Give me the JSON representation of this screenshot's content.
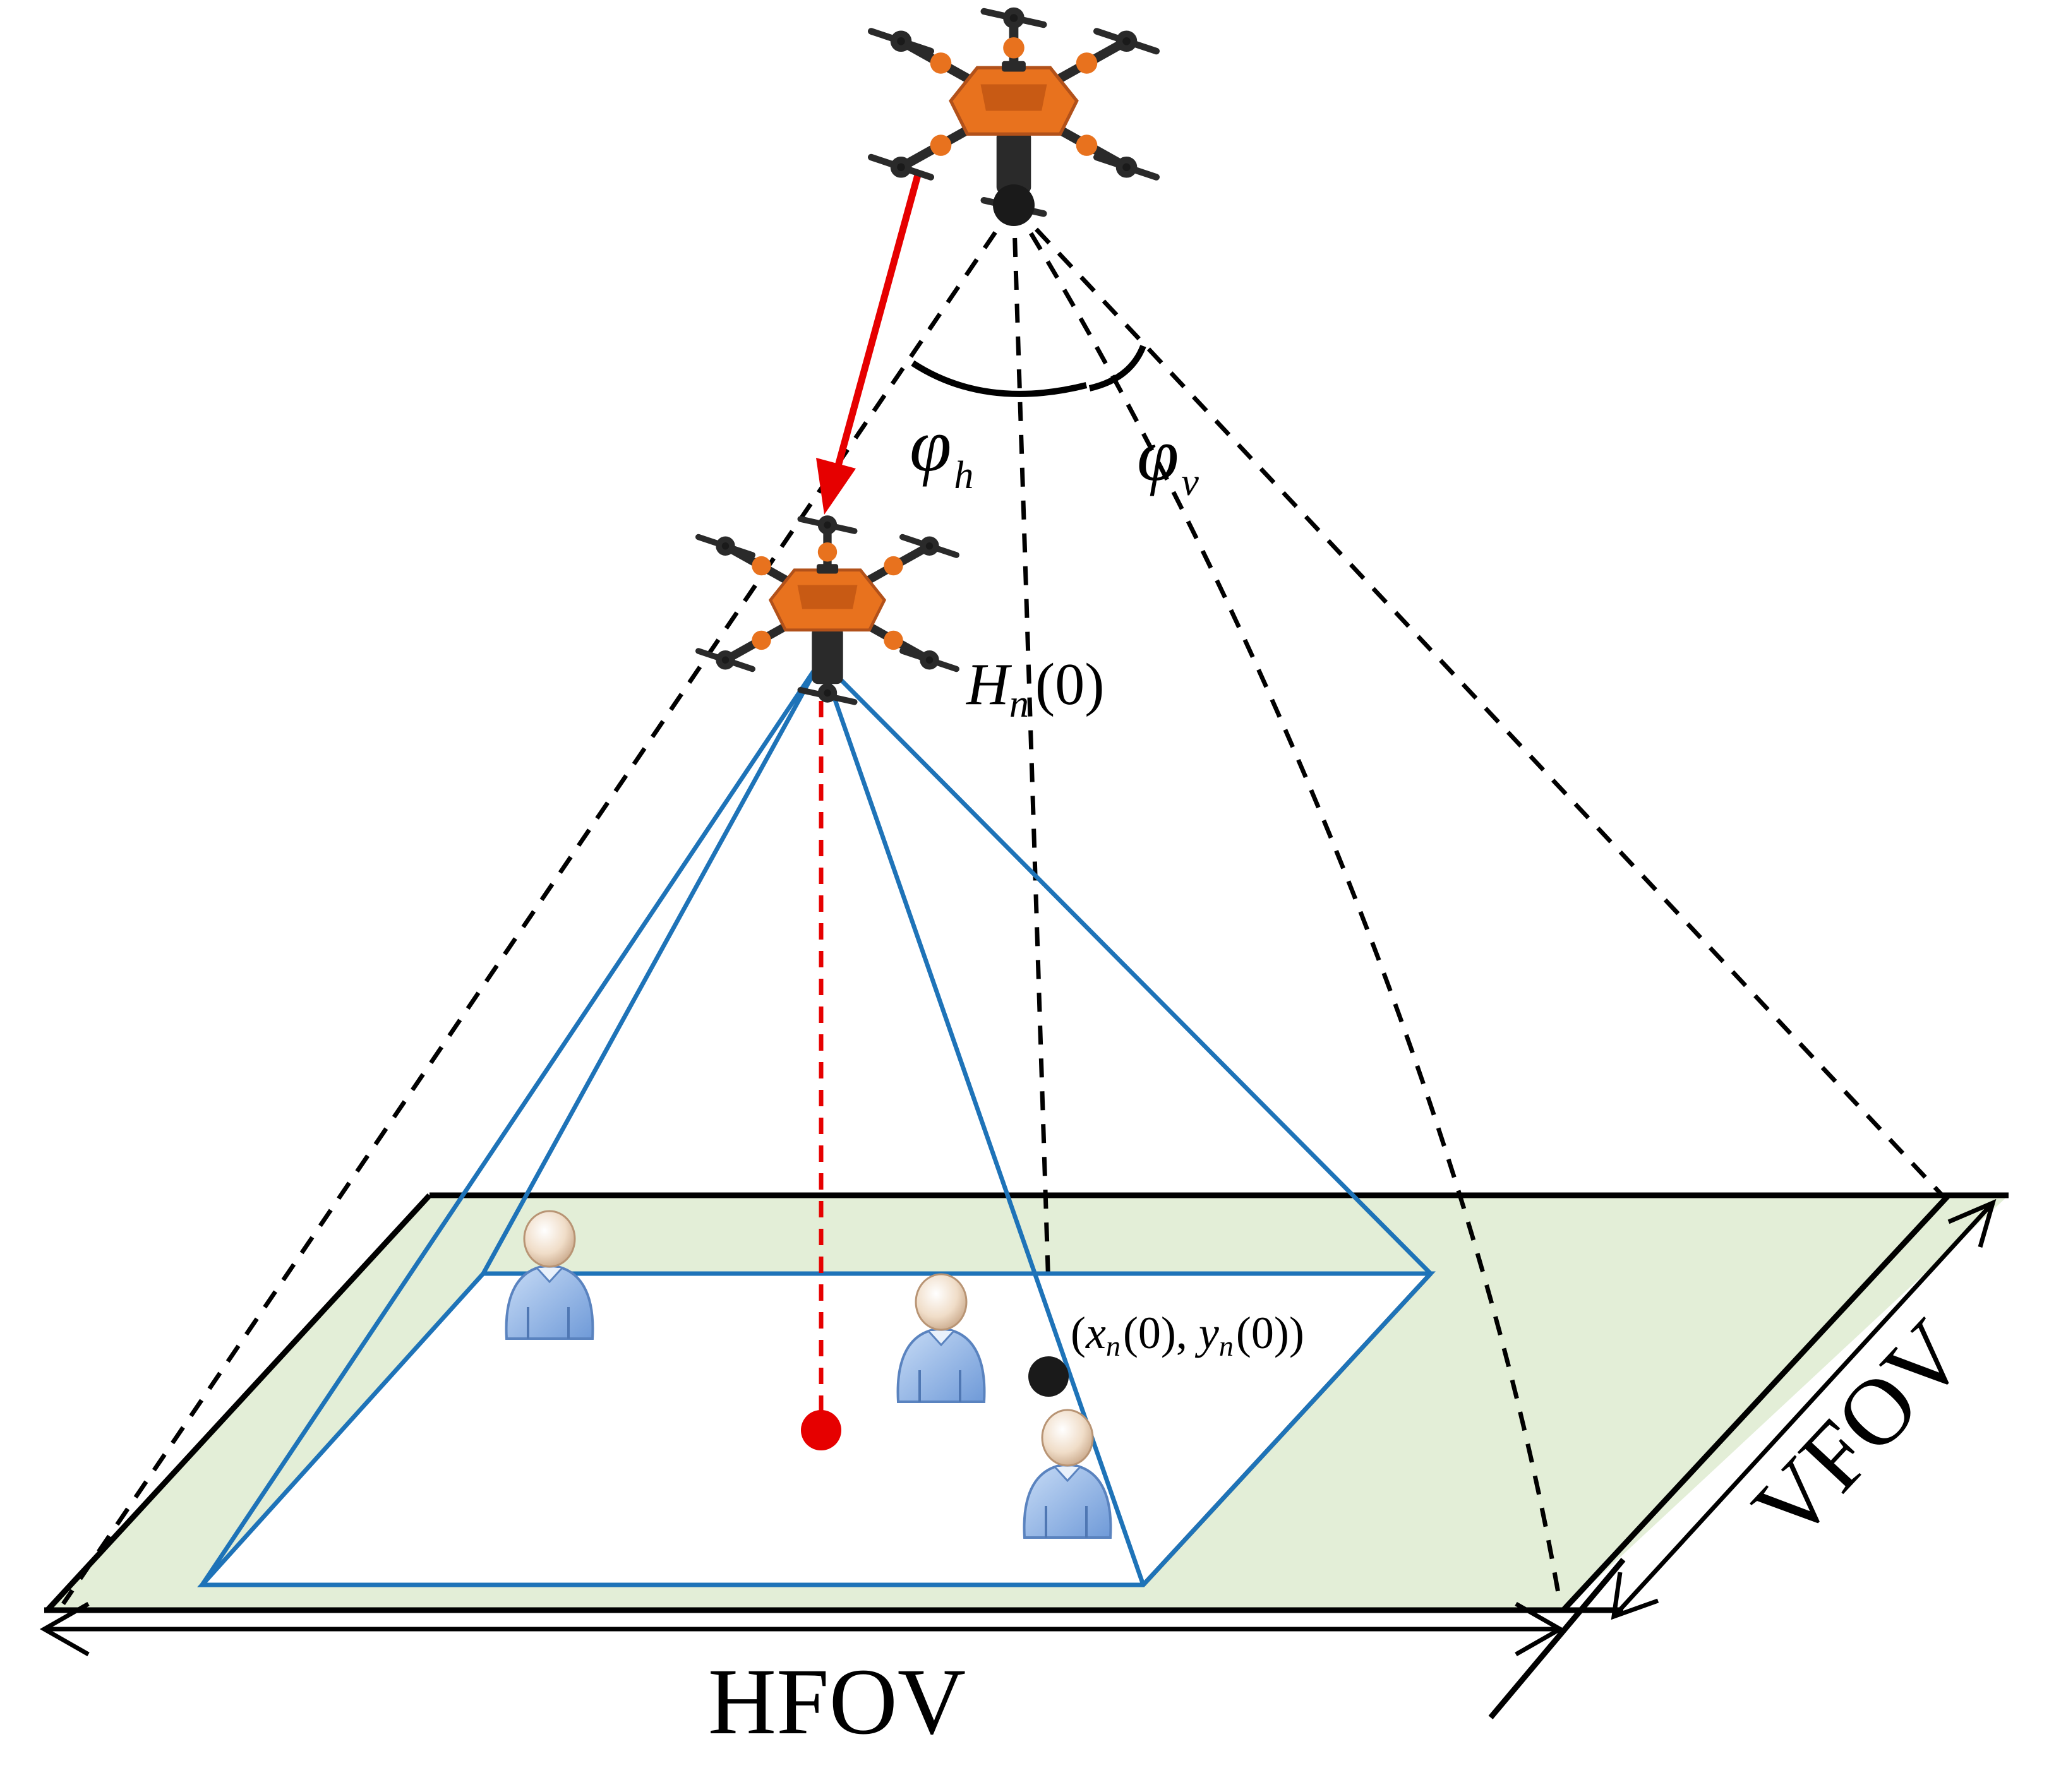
{
  "labels": {
    "phi_h": {
      "main": "φ",
      "sub": "h"
    },
    "phi_v": {
      "main": "φ",
      "sub": "v"
    },
    "height": {
      "main": "H",
      "sub": "n",
      "arg": "(0)"
    },
    "position": {
      "open": "(",
      "x": "x",
      "x_sub": "n",
      "x_arg": "(0), ",
      "y": "y",
      "y_sub": "n",
      "y_arg": "(0)",
      "close": ")"
    },
    "hfov": "HFOV",
    "vfov": "VFOV"
  },
  "colors": {
    "drone_body": "#e8721e",
    "drone_dark": "#2a2a2a",
    "coverage_fill": "#e3eed7",
    "fov_blue": "#1e73b8",
    "projection_red": "#e60000",
    "move_arrow": "#e60000",
    "person_blue": "#8fb4e6",
    "person_head": "#f0ddc8"
  },
  "icons": {
    "drone_high": "hexacopter-drone-icon",
    "drone_low": "hexacopter-drone-icon",
    "user": "person-icon"
  }
}
